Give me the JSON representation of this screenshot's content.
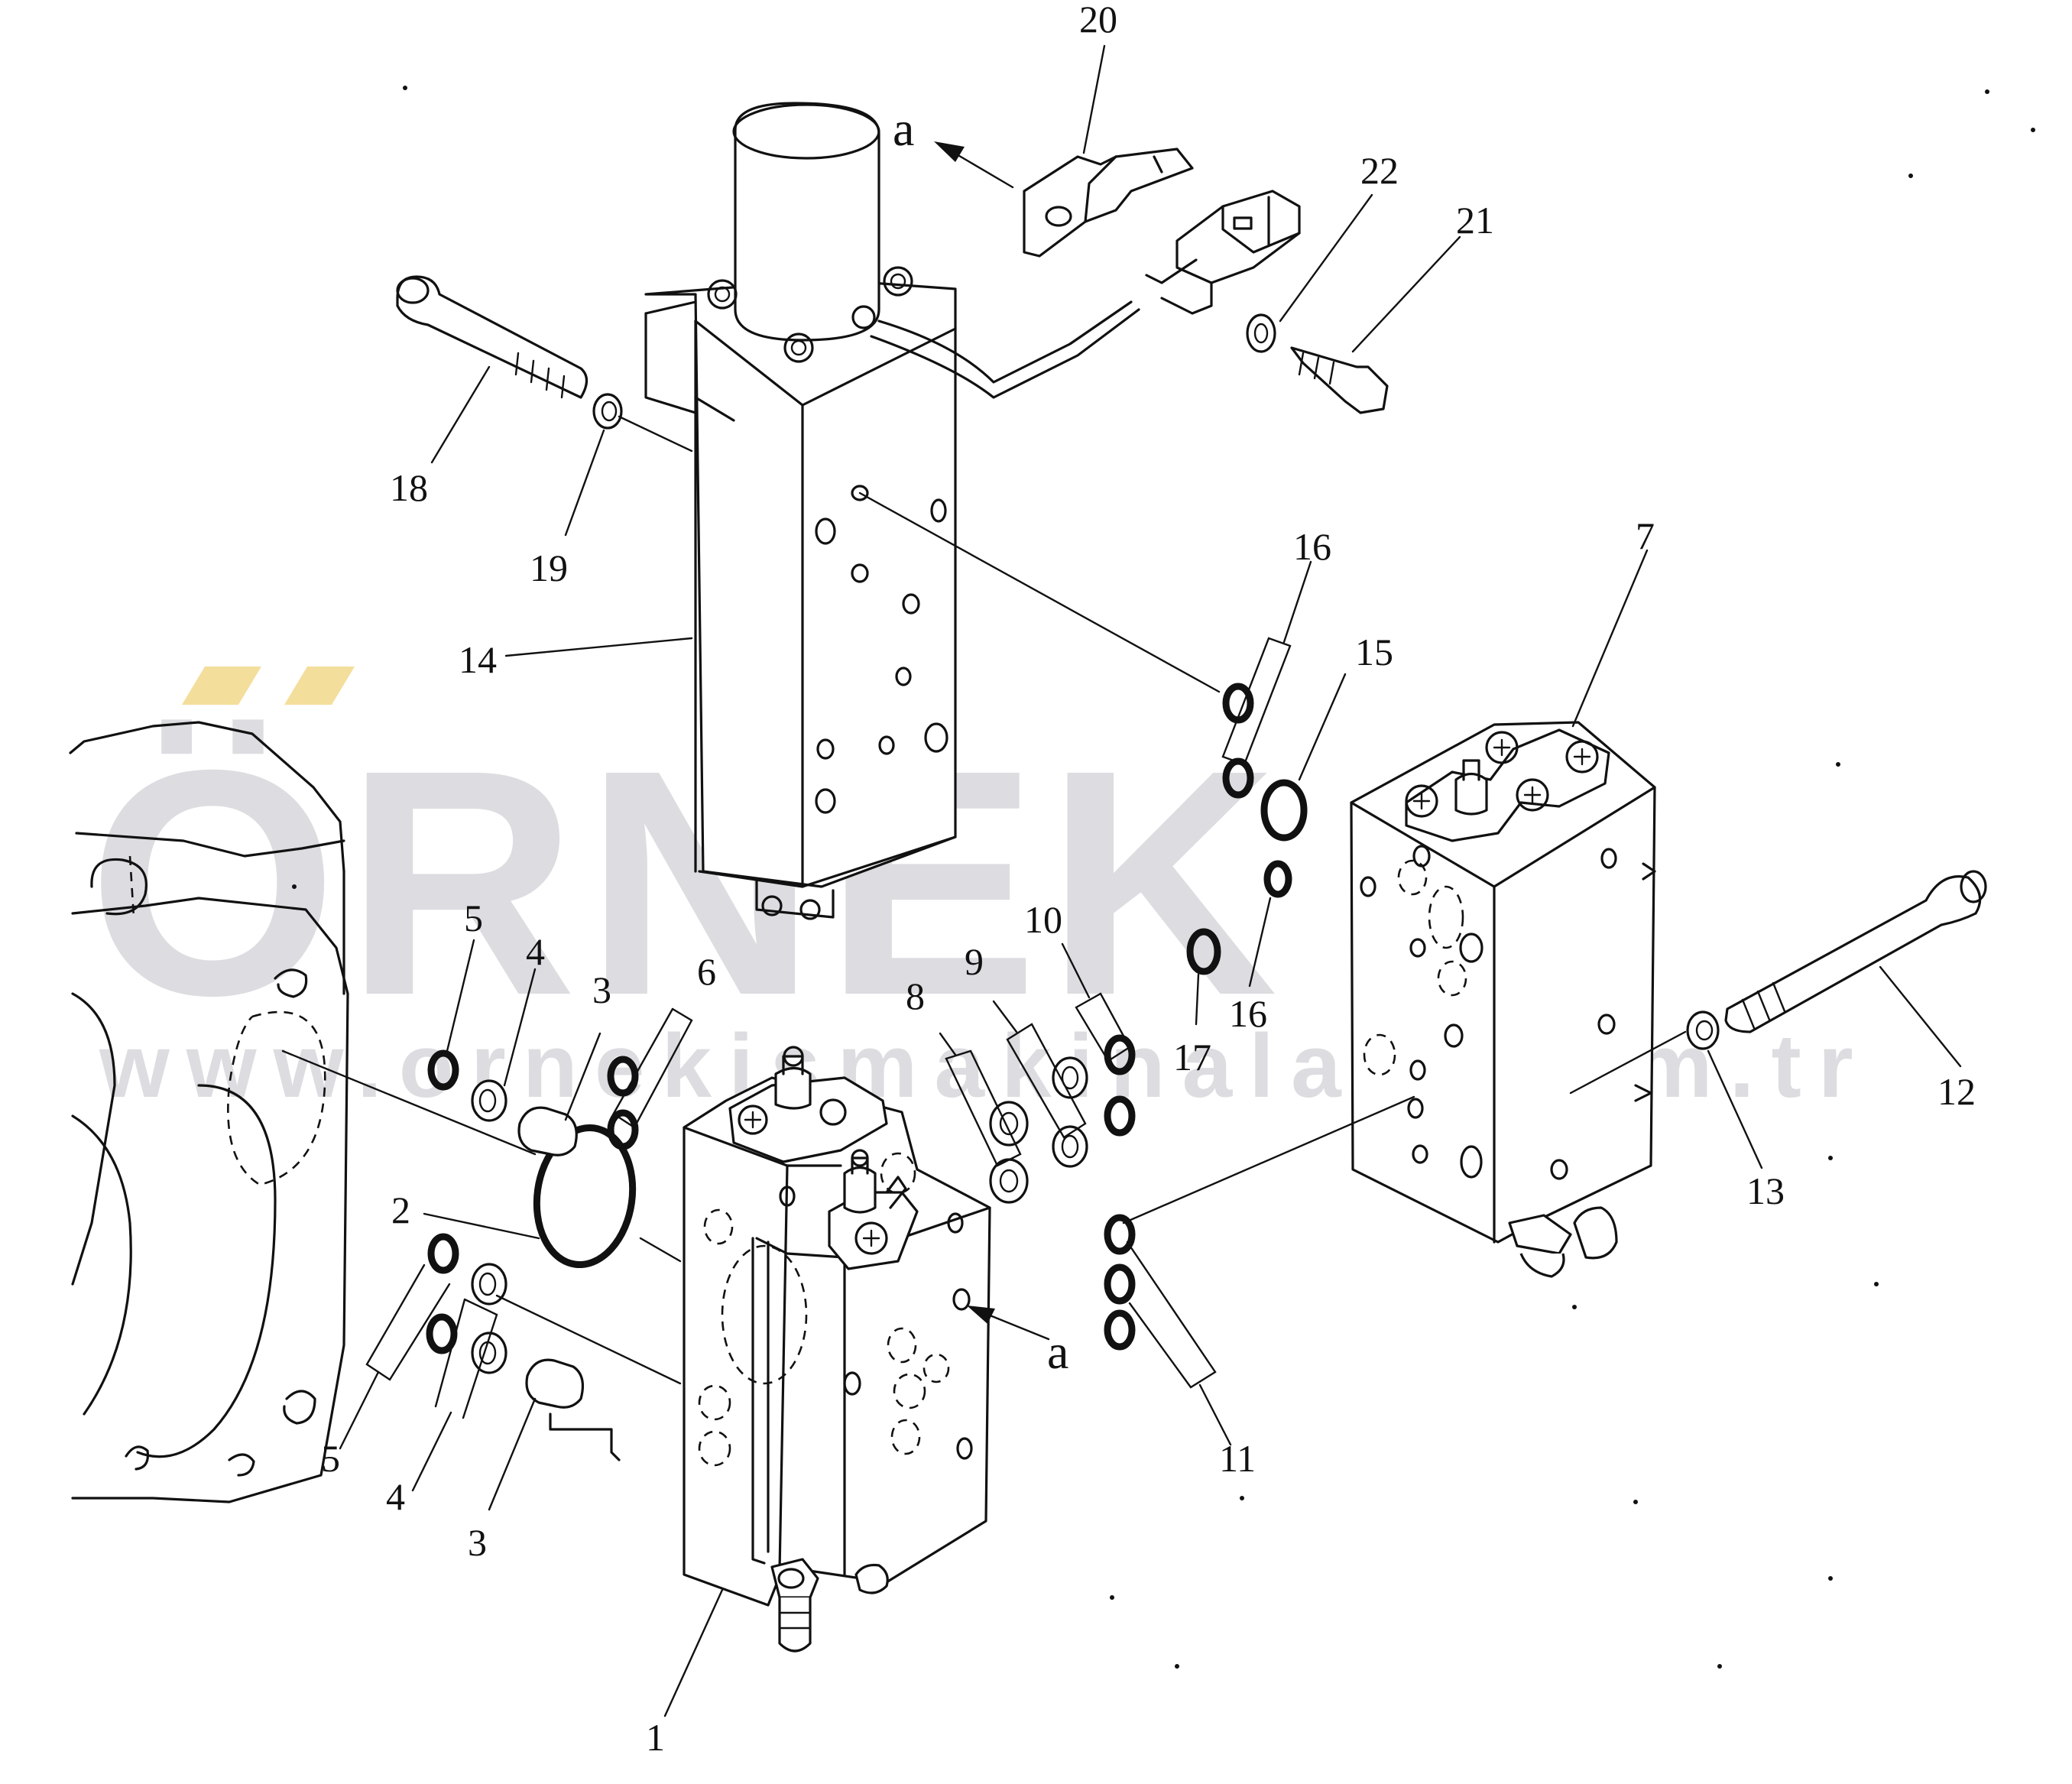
{
  "watermark": {
    "brand": "ÖRNEK",
    "url": "www.ornekismakinalari.com.tr",
    "accent_color": "#f2d88a",
    "text_color": "#c9c8ce"
  },
  "arrow_letters": [
    "a",
    "a"
  ],
  "callouts": [
    {
      "id": "1",
      "text": "1"
    },
    {
      "id": "2",
      "text": "2"
    },
    {
      "id": "3a",
      "text": "3"
    },
    {
      "id": "3b",
      "text": "3"
    },
    {
      "id": "4a",
      "text": "4"
    },
    {
      "id": "4b",
      "text": "4"
    },
    {
      "id": "5a",
      "text": "5"
    },
    {
      "id": "5b",
      "text": "5"
    },
    {
      "id": "6",
      "text": "6"
    },
    {
      "id": "7",
      "text": "7"
    },
    {
      "id": "8",
      "text": "8"
    },
    {
      "id": "9",
      "text": "9"
    },
    {
      "id": "10",
      "text": "10"
    },
    {
      "id": "11",
      "text": "11"
    },
    {
      "id": "12",
      "text": "12"
    },
    {
      "id": "13",
      "text": "13"
    },
    {
      "id": "14",
      "text": "14"
    },
    {
      "id": "15",
      "text": "15"
    },
    {
      "id": "16a",
      "text": "16"
    },
    {
      "id": "16b",
      "text": "16"
    },
    {
      "id": "17",
      "text": "17"
    },
    {
      "id": "18",
      "text": "18"
    },
    {
      "id": "19",
      "text": "19"
    },
    {
      "id": "20",
      "text": "20"
    },
    {
      "id": "21",
      "text": "21"
    },
    {
      "id": "22",
      "text": "22"
    }
  ]
}
